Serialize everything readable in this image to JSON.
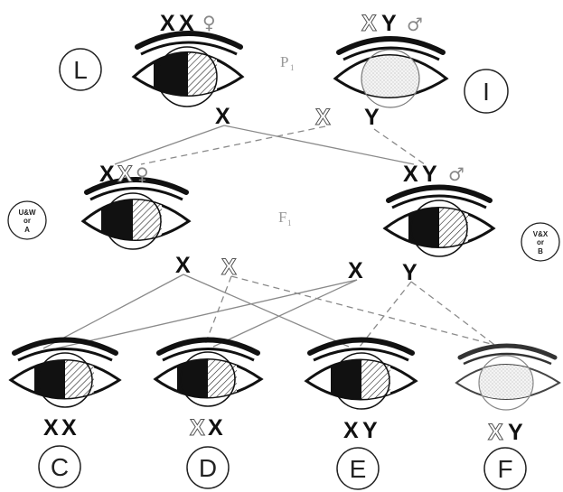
{
  "generations": {
    "parental": {
      "base": "P",
      "sub": "1"
    },
    "filial": {
      "base": "F",
      "sub": "1"
    }
  },
  "labels": {
    "mother": {
      "c1": "X",
      "c2": "X",
      "sex": "♀",
      "circle": "L"
    },
    "father": {
      "c1": "X",
      "c2": "Y",
      "sex": "♂",
      "circle": "I"
    },
    "daughter": {
      "c1": "X",
      "c2": "X",
      "sex": "♀",
      "badge": [
        "U&W",
        "or",
        "A"
      ]
    },
    "son": {
      "c1": "X",
      "c2": "Y",
      "sex": "♂",
      "badge": [
        "V&X",
        "or",
        "B"
      ]
    },
    "c": {
      "c1": "X",
      "c2": "X",
      "circle": "C"
    },
    "d": {
      "c1": "X",
      "c2": "X",
      "circle": "D"
    },
    "e": {
      "c1": "X",
      "c2": "Y",
      "circle": "E"
    },
    "f": {
      "c1": "X",
      "c2": "Y",
      "circle": "F"
    }
  },
  "gametes": {
    "mother": "X",
    "father_x": "X",
    "father_y": "Y",
    "daughter_x1": "X",
    "daughter_x2": "X",
    "son_x": "X",
    "son_y": "Y"
  },
  "colors": {
    "ink": "#111111",
    "hollow_outline": "#555555",
    "line": "#8a8a8a"
  }
}
